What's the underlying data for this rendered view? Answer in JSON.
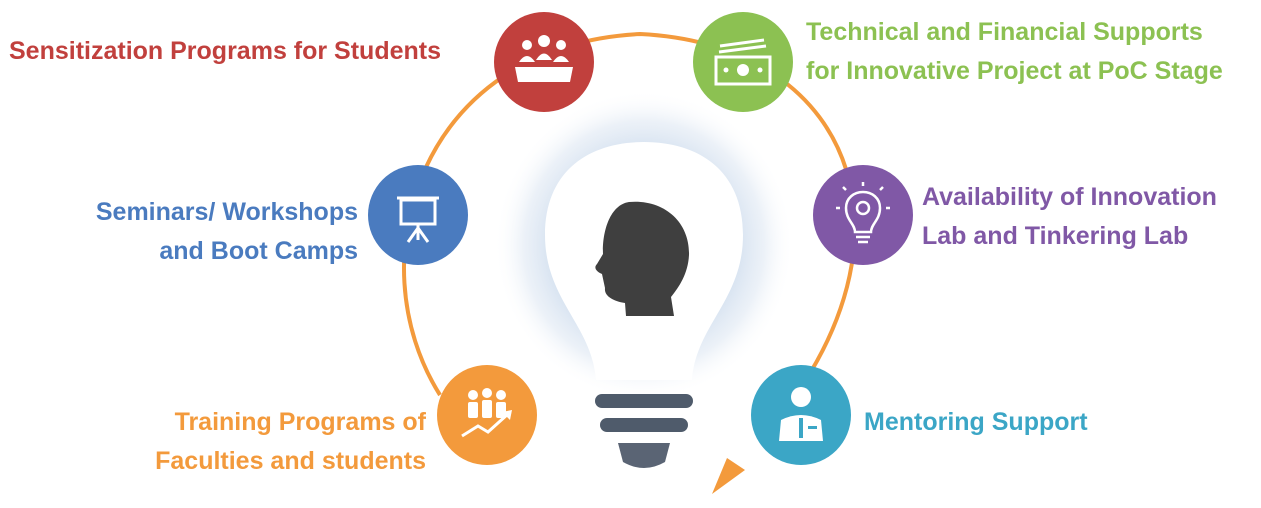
{
  "colors": {
    "arc": "#f39a3c",
    "bulb_glow": "#c9d9ec",
    "head": "#3f3f3f",
    "base_stripe": "#4f5b6b",
    "base_tip": "#5a6474"
  },
  "items": [
    {
      "id": "sensitization",
      "icon": "group-meeting-icon",
      "color": "#c1403d",
      "lines": [
        "Sensitization Programs for Students"
      ]
    },
    {
      "id": "financial",
      "icon": "money-banknote-icon",
      "color": "#8cc152",
      "lines": [
        "Technical and Financial Supports",
        "for Innovative Project at PoC Stage"
      ]
    },
    {
      "id": "seminars",
      "icon": "presentation-board-icon",
      "color": "#4a7bbf",
      "lines": [
        "Seminars/ Workshops",
        "and Boot Camps"
      ]
    },
    {
      "id": "innovation-lab",
      "icon": "lightbulb-gear-icon",
      "color": "#8058a6",
      "lines": [
        "Availability of Innovation",
        "Lab and Tinkering Lab"
      ]
    },
    {
      "id": "training",
      "icon": "people-growth-icon",
      "color": "#f39a3c",
      "lines": [
        "Training Programs of",
        "Faculties and students"
      ]
    },
    {
      "id": "mentoring",
      "icon": "mentor-person-icon",
      "color": "#3ba6c6",
      "lines": [
        "Mentoring Support"
      ]
    }
  ]
}
